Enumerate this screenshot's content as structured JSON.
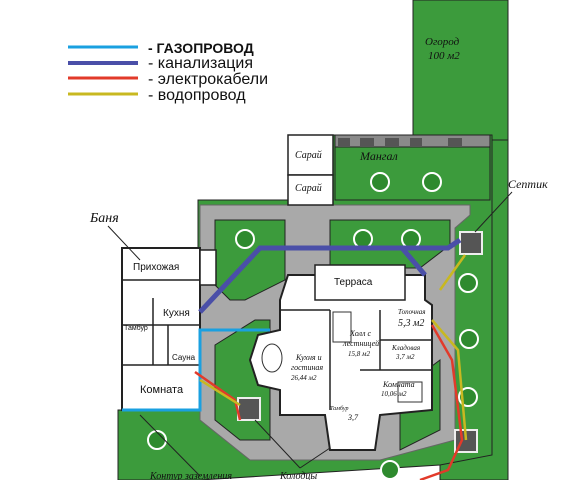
{
  "legend": {
    "items": [
      {
        "label": "- ГАЗОПРОВОД",
        "color": "#1aa0e0"
      },
      {
        "label": "- канализация",
        "color": "#4a4fa8"
      },
      {
        "label": "- электрокабели",
        "color": "#e23a2a"
      },
      {
        "label": "- водопровод",
        "color": "#c8b820"
      }
    ]
  },
  "labels": {
    "garden": "Огород",
    "garden_area": "100 м2",
    "shed1": "Сарай",
    "shed2": "Сарай",
    "bbq": "Мангал",
    "septic": "Септик",
    "bath": "Баня",
    "hallway": "Прихожая",
    "bath_kitchen": "Кухня",
    "vestibule": "Тамбур",
    "sauna": "Сауна",
    "bath_room": "Комната",
    "terrace": "Терраса",
    "furnace": "Топочная",
    "furnace_area": "5,3 м2",
    "hall": "Холл с",
    "hall2": "лестницей",
    "hall_area": "15,8 м2",
    "pantry": "Кладовая",
    "pantry_area": "3,7 м2",
    "kitchen_living": "Кухня и",
    "kitchen_living2": "гостиная",
    "kitchen_living_area": "26,44 м2",
    "room": "Комната",
    "room_area": "10,06 м2",
    "house_vestibule": "Тамбур",
    "house_vestibule_area": "3,7",
    "wells": "Колодцы",
    "contour": "Контур заземления"
  },
  "colors": {
    "grass": "#3c9b3c",
    "paving": "#a9a9a9",
    "gas": "#1aa0e0",
    "sewer": "#4a4fa8",
    "electric": "#e23a2a",
    "water": "#c8b820"
  }
}
